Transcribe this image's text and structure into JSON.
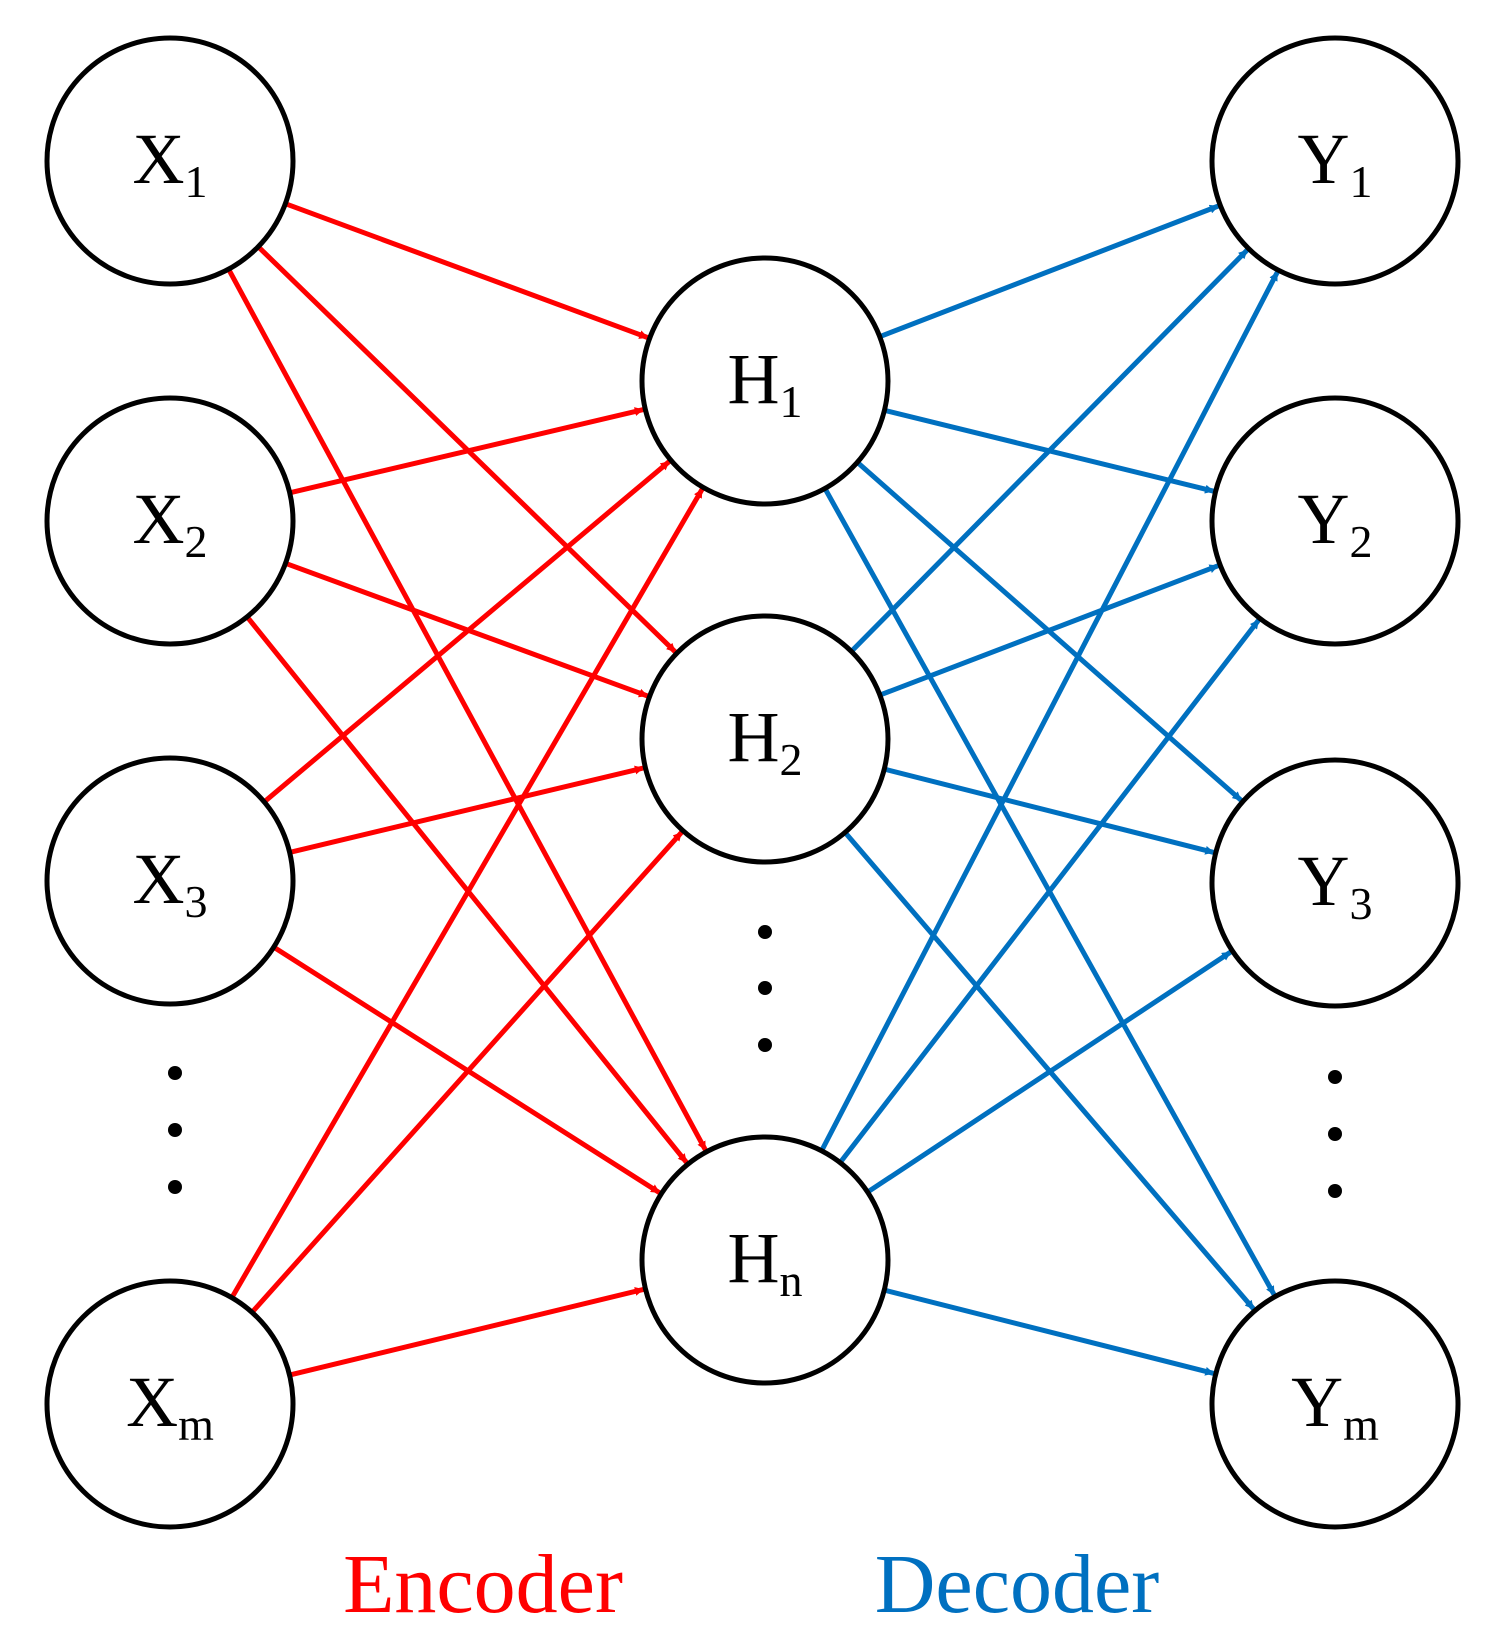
{
  "colors": {
    "encoder": "#ff0000",
    "decoder": "#0070c0",
    "node_stroke": "#000000",
    "background": "#ffffff"
  },
  "layers": {
    "input": [
      {
        "id": "X1",
        "base": "X",
        "sub": "1"
      },
      {
        "id": "X2",
        "base": "X",
        "sub": "2"
      },
      {
        "id": "X3",
        "base": "X",
        "sub": "3"
      },
      {
        "id": "Xm",
        "base": "X",
        "sub": "m"
      }
    ],
    "hidden": [
      {
        "id": "H1",
        "base": "H",
        "sub": "1"
      },
      {
        "id": "H2",
        "base": "H",
        "sub": "2"
      },
      {
        "id": "Hn",
        "base": "H",
        "sub": "n"
      }
    ],
    "output": [
      {
        "id": "Y1",
        "base": "Y",
        "sub": "1"
      },
      {
        "id": "Y2",
        "base": "Y",
        "sub": "2"
      },
      {
        "id": "Y3",
        "base": "Y",
        "sub": "3"
      },
      {
        "id": "Ym",
        "base": "Y",
        "sub": "m"
      }
    ]
  },
  "edges": {
    "encoder": [
      [
        "X1",
        "H1"
      ],
      [
        "X1",
        "H2"
      ],
      [
        "X1",
        "Hn"
      ],
      [
        "X2",
        "H1"
      ],
      [
        "X2",
        "H2"
      ],
      [
        "X2",
        "Hn"
      ],
      [
        "X3",
        "H1"
      ],
      [
        "X3",
        "H2"
      ],
      [
        "X3",
        "Hn"
      ],
      [
        "Xm",
        "H1"
      ],
      [
        "Xm",
        "H2"
      ],
      [
        "Xm",
        "Hn"
      ]
    ],
    "decoder": [
      [
        "H1",
        "Y1"
      ],
      [
        "H1",
        "Y2"
      ],
      [
        "H1",
        "Y3"
      ],
      [
        "H1",
        "Ym"
      ],
      [
        "H2",
        "Y1"
      ],
      [
        "H2",
        "Y2"
      ],
      [
        "H2",
        "Y3"
      ],
      [
        "H2",
        "Ym"
      ],
      [
        "Hn",
        "Y1"
      ],
      [
        "Hn",
        "Y2"
      ],
      [
        "Hn",
        "Y3"
      ],
      [
        "Hn",
        "Ym"
      ]
    ]
  },
  "captions": {
    "encoder": "Encoder",
    "decoder": "Decoder"
  }
}
